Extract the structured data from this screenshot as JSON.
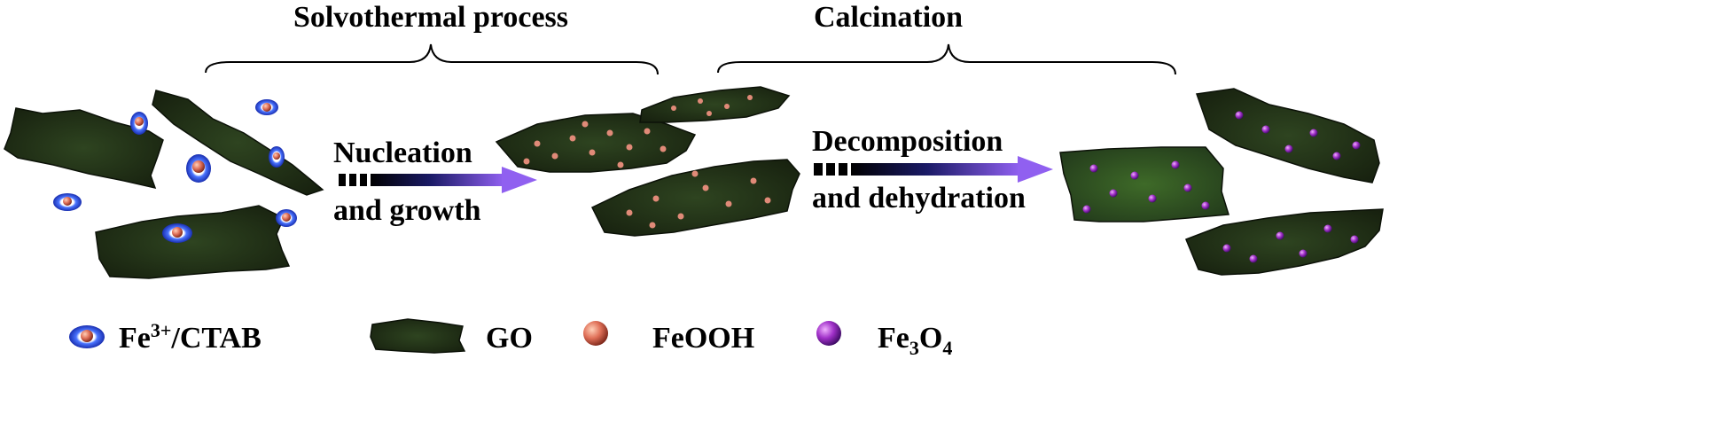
{
  "stages": {
    "stage1": "Solvothermal process",
    "stage2": "Calcination"
  },
  "steps": {
    "step1_line1": "Nucleation",
    "step1_line2": "and growth",
    "step2_line1": "Decomposition",
    "step2_line2": "and dehydration"
  },
  "legend": {
    "item1_text": "Fe",
    "item1_sup": "3+",
    "item1_rest": "/CTAB",
    "item2": "GO",
    "item3": "FeOOH",
    "item4_text": "Fe",
    "item4_sub1": "3",
    "item4_mid": "O",
    "item4_sub2": "4"
  },
  "colors": {
    "sheet": "#1f2a14",
    "sheet_highlight": "#3c5a26",
    "ctab_ring": "#2a4fd8",
    "feooh": "#e08a78",
    "fe3o4": "#b040d0",
    "arrow_end": "#9060f0"
  }
}
